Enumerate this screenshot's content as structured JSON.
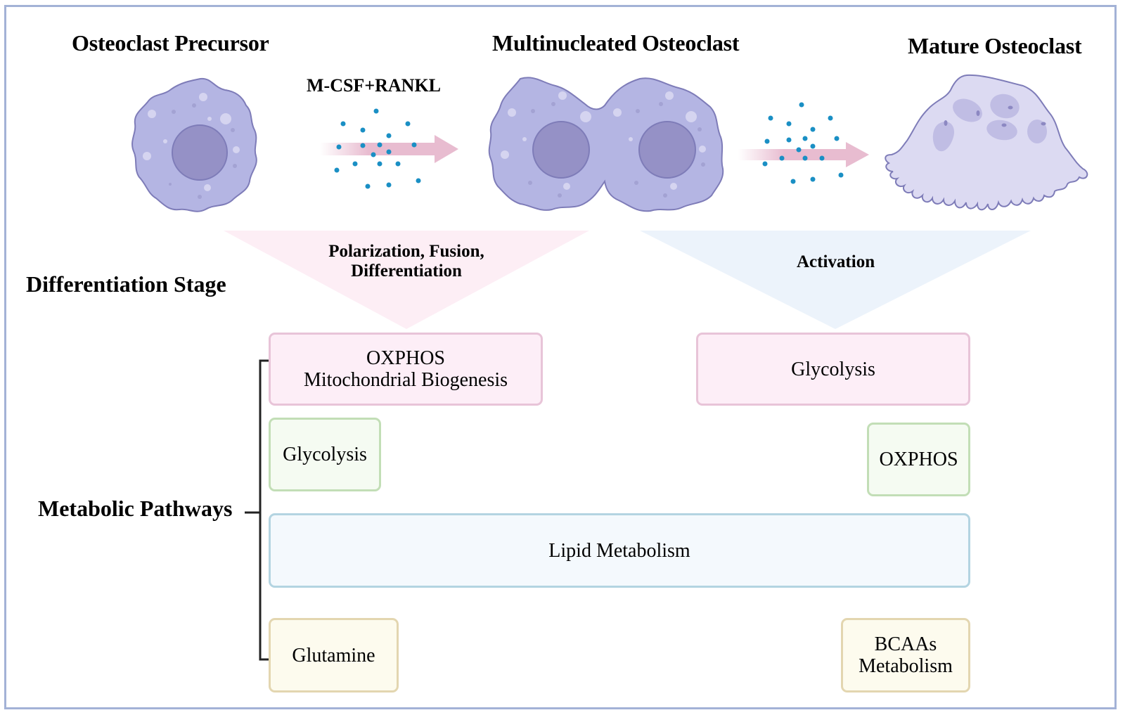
{
  "stages": {
    "precursor": "Osteoclast Precursor",
    "multinucleated": "Multinucleated Osteoclast",
    "mature": "Mature Osteoclast"
  },
  "stimulus_label": "M-CSF+RANKL",
  "transitions": {
    "first": {
      "line1": "Polarization, Fusion,",
      "line2": "Differentiation"
    },
    "second": "Activation"
  },
  "row_labels": {
    "differentiation_stage": "Differentiation Stage",
    "metabolic_pathways": "Metabolic Pathways"
  },
  "boxes": {
    "early_oxphos": {
      "line1": "OXPHOS",
      "line2": "Mitochondrial Biogenesis"
    },
    "early_glycolysis": "Glycolysis",
    "late_glycolysis": "Glycolysis",
    "late_oxphos": "OXPHOS",
    "lipid": "Lipid Metabolism",
    "glutamine": "Glutamine",
    "bcaas": {
      "line1": "BCAAs",
      "line2": "Metabolism"
    }
  },
  "colors": {
    "frame": "#a3b2d6",
    "cell_fill": "#b4b5e3",
    "cell_nucleus": "#9591c6",
    "mature_fill": "#dcdaf2",
    "arrow": "#e8bcd0",
    "cytokine_dot": "#1a8fc4",
    "pink_box": "#fdeef7",
    "green_box": "#f5fbf2",
    "blue_box": "#f4f9fd",
    "yellow_box": "#fdfbee"
  }
}
